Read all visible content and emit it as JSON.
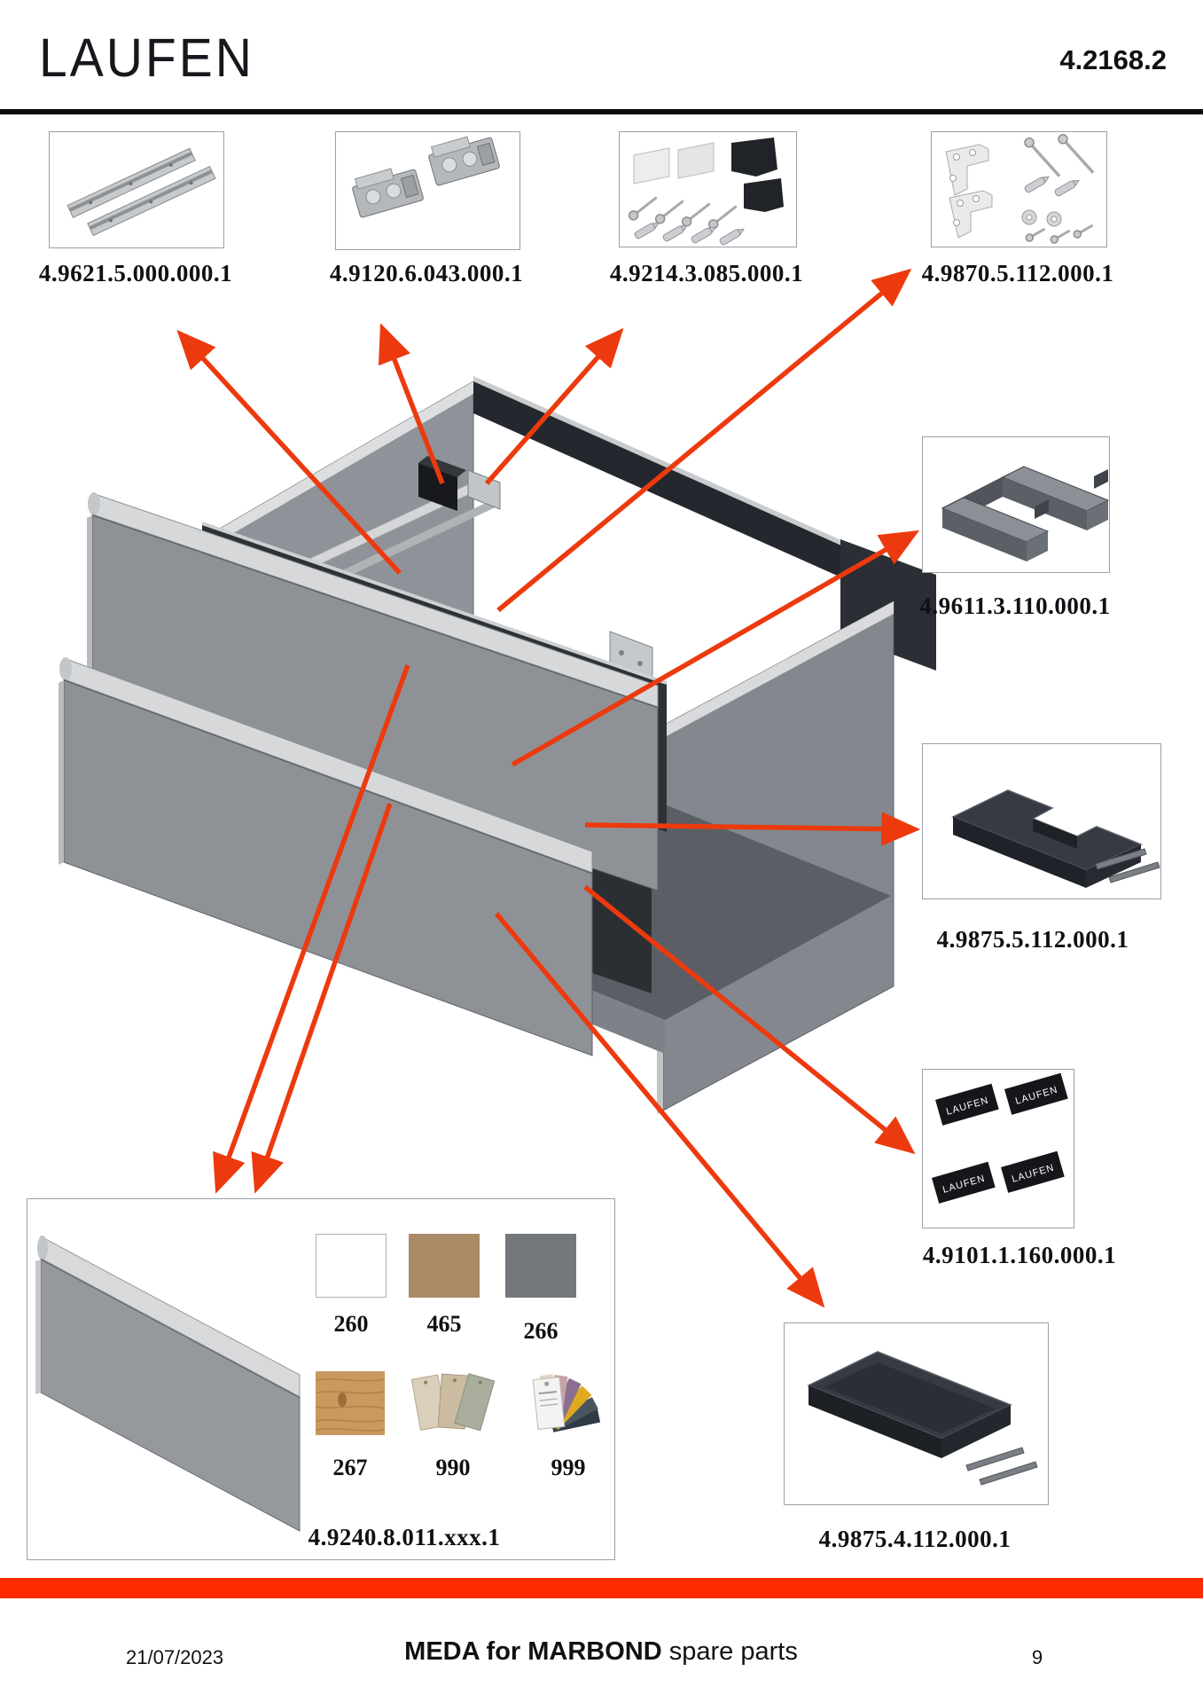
{
  "header": {
    "brand": "LAUFEN",
    "doc_number": "4.2168.2"
  },
  "top_parts": [
    {
      "code": "4.9621.5.000.000.1",
      "name": "drawer-rail-set"
    },
    {
      "code": "4.9120.6.043.000.1",
      "name": "drawer-clip-mechanism-set"
    },
    {
      "code": "4.9214.3.085.000.1",
      "name": "cover-caps-and-screws-set"
    },
    {
      "code": "4.9870.5.112.000.1",
      "name": "wall-bracket-fixing-set"
    }
  ],
  "side_parts": [
    {
      "code": "4.9611.3.110.000.1",
      "name": "siphon-cutout-frame"
    },
    {
      "code": "4.9875.5.112.000.1",
      "name": "drawer-box-with-siphon-cutout"
    },
    {
      "code": "4.9101.1.160.000.1",
      "name": "logo-label-set",
      "label_text": "LAUFEN"
    },
    {
      "code": "4.9875.4.112.000.1",
      "name": "drawer-box"
    }
  ],
  "front_panel": {
    "code": "4.9240.8.011.xxx.1",
    "finishes": [
      {
        "code": "260",
        "color": "#ffffff"
      },
      {
        "code": "465",
        "color": "#ab8a68"
      },
      {
        "code": "266",
        "color": "#74787c"
      },
      {
        "code": "267",
        "color": "#c9995f"
      },
      {
        "code": "990",
        "color": "multi-sample-cards"
      },
      {
        "code": "999",
        "color": "multi-color-fan"
      }
    ]
  },
  "footer": {
    "date": "21/07/2023",
    "product_bold": "MEDA for MARBOND",
    "suffix": " spare parts",
    "page": "9"
  },
  "colors": {
    "arrow": "#ec3a0e",
    "footer_bar": "#fe2b00",
    "label_black": "#141619",
    "rule": "#0b0c0e"
  }
}
